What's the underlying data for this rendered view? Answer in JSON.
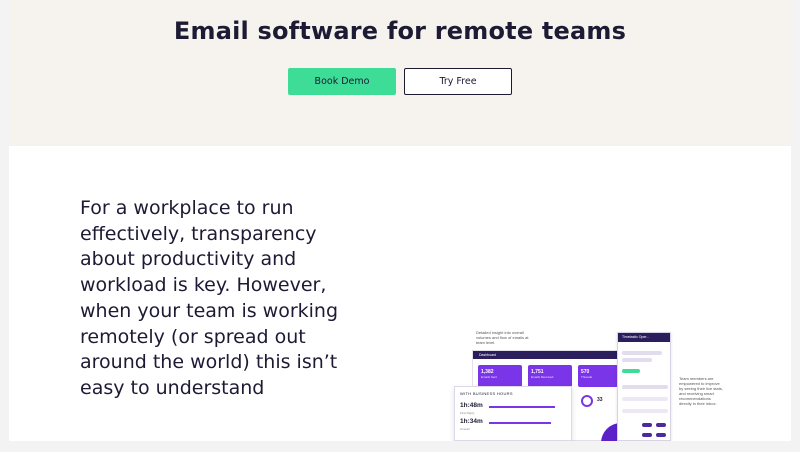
{
  "hero": {
    "title": "Email software for remote teams",
    "book_demo_label": "Book Demo",
    "try_free_label": "Try Free"
  },
  "content": {
    "paragraph": "For a workplace to run effectively, transparency about productivity and workload is key. However, when your team is working remotely (or spread out around the world) this isn’t easy to understand"
  },
  "illustration": {
    "note_left": "Detailed insight into overall volumes and flow of emails at team level.",
    "note_right": "Team members are empowered to improve by seeing their live stats, and receiving smart recommendations directly in their inbox.",
    "dashboard_title": "Dashboard",
    "panel_title": "Timetastic Oper...",
    "cards": [
      {
        "value": "1,382",
        "label": "Emails Sent"
      },
      {
        "value": "1,751",
        "label": "Emails Received"
      },
      {
        "value": "570",
        "label": "Threads"
      }
    ],
    "stat_value": "33",
    "biz_title": "WITH BUSINESS HOURS",
    "biz_rows": [
      {
        "value": "1h:48m",
        "label": "First Reply"
      },
      {
        "value": "1h:34m",
        "label": "Overall"
      }
    ]
  },
  "colors": {
    "hero_bg": "#f6f3ef",
    "accent_green": "#3ddc97",
    "text_dark": "#1d1a33",
    "accent_purple": "#7b35e8"
  }
}
